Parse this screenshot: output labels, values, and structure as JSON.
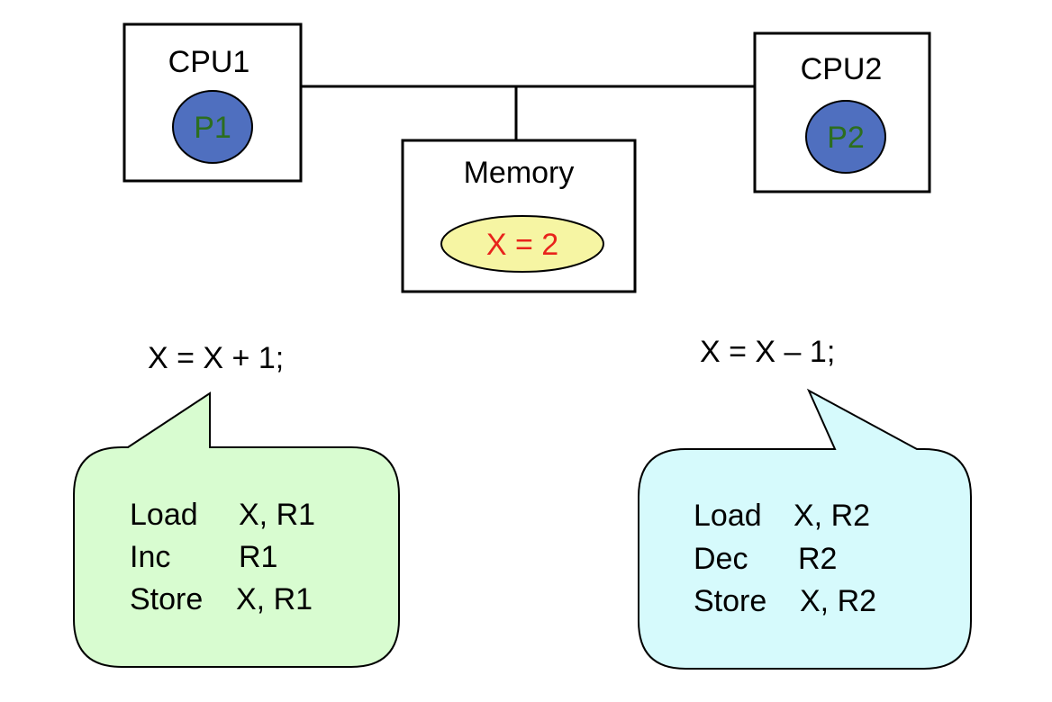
{
  "cpu1": {
    "label": "CPU1",
    "process": "P1"
  },
  "cpu2": {
    "label": "CPU2",
    "process": "P2"
  },
  "memory": {
    "label": "Memory",
    "value": "X = 2"
  },
  "left_statement": "X = X + 1;",
  "right_statement": "X = X – 1;",
  "left_bubble": [
    {
      "op": "Load",
      "args": "X, R1"
    },
    {
      "op": "Inc",
      "args": "R1"
    },
    {
      "op": "Store",
      "args": "X, R1"
    }
  ],
  "right_bubble": [
    {
      "op": "Load",
      "args": "X, R2"
    },
    {
      "op": "Dec",
      "args": "R2"
    },
    {
      "op": "Store",
      "args": "X, R2"
    }
  ],
  "colors": {
    "process_fill": "#4f6fbf",
    "process_text": "#2c6e1f",
    "memory_fill": "#f6f5a3",
    "memory_text": "#e8231c",
    "left_bubble_fill": "#d8fcd0",
    "right_bubble_fill": "#d6fafc"
  }
}
